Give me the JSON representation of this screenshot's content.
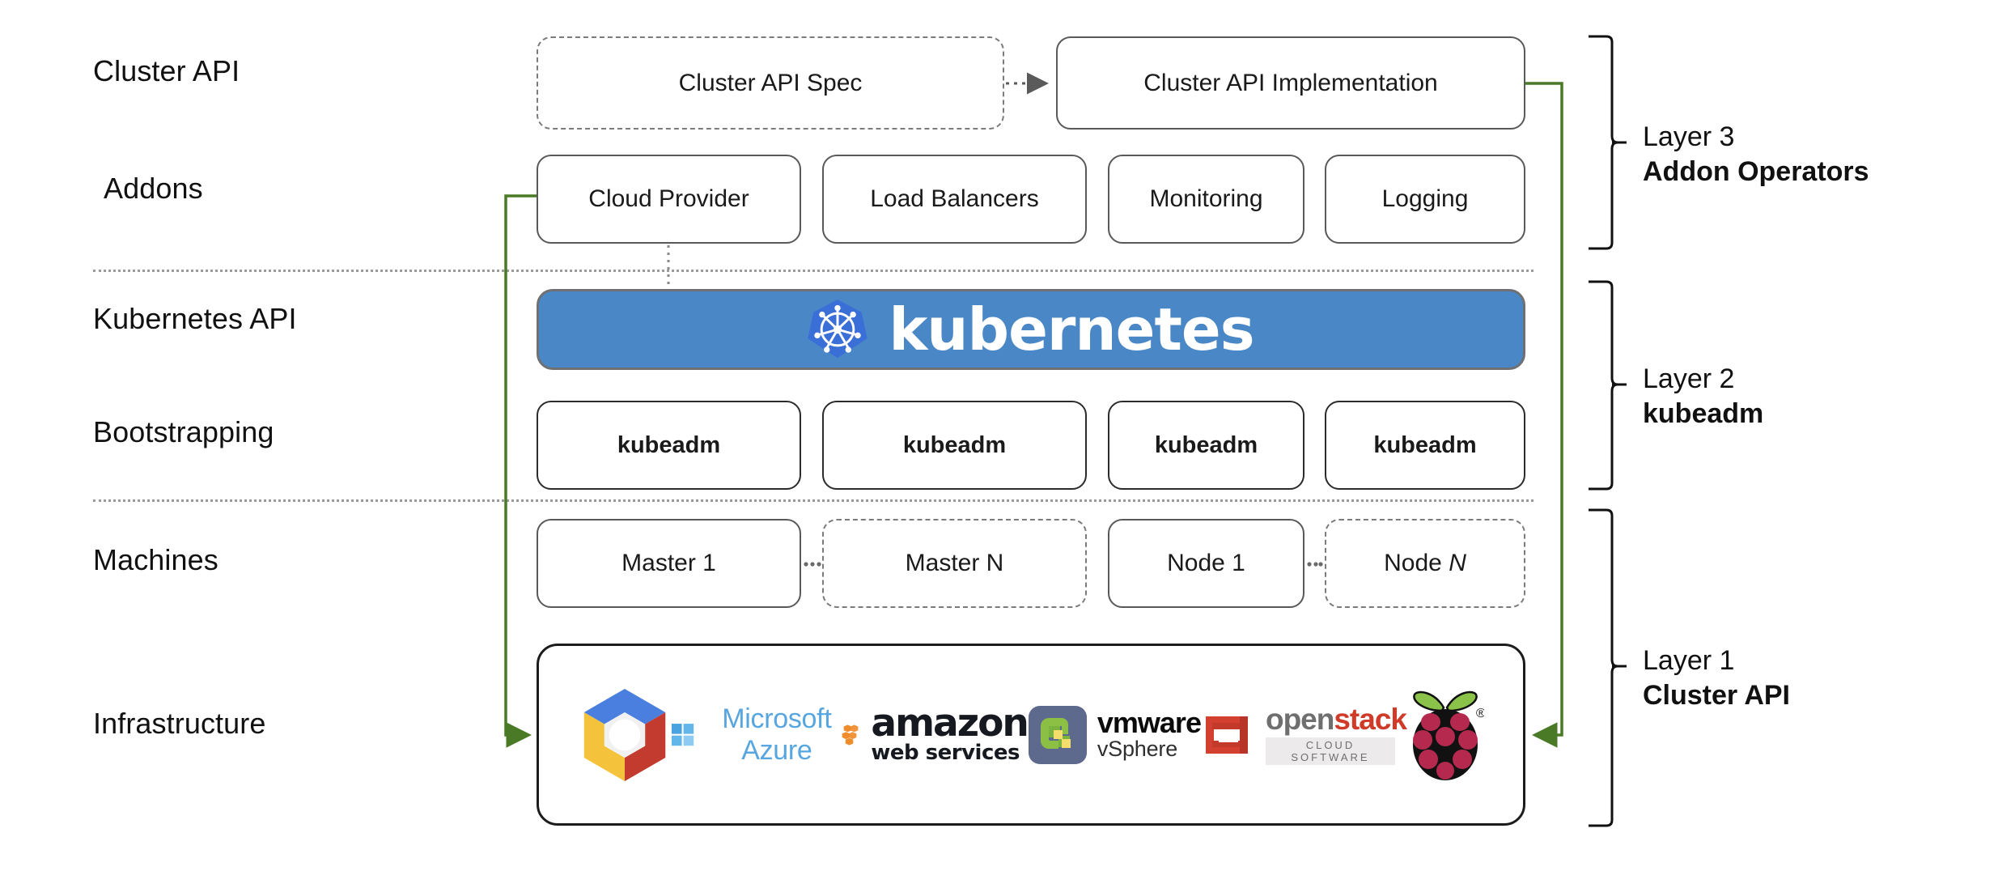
{
  "diagram": {
    "title": "Kubernetes Cluster API layered architecture",
    "accent_green": "#4a7a25",
    "k8s_banner_blue": "#4a87c6",
    "k8s_logo_blue": "#3a6fd8",
    "box_border": "#58595b"
  },
  "row_labels": [
    {
      "id": "cluster-api",
      "text": "Cluster API"
    },
    {
      "id": "addons",
      "text": "Addons"
    },
    {
      "id": "kubernetes-api",
      "text": "Kubernetes API"
    },
    {
      "id": "bootstrapping",
      "text": "Bootstrapping"
    },
    {
      "id": "machines",
      "text": "Machines"
    },
    {
      "id": "infrastructure",
      "text": "Infrastructure"
    }
  ],
  "cluster_api_row": {
    "spec": {
      "label": "Cluster API Spec",
      "style": "dashed"
    },
    "implementation": {
      "label": "Cluster API Implementation",
      "style": "solid"
    },
    "connector": "dotted-arrow-right"
  },
  "addons_row": [
    {
      "label": "Cloud Provider",
      "style": "solid"
    },
    {
      "label": "Load Balancers",
      "style": "solid"
    },
    {
      "label": "Monitoring",
      "style": "solid"
    },
    {
      "label": "Logging",
      "style": "solid"
    }
  ],
  "kubernetes_banner": {
    "wordmark": "kubernetes",
    "logo": "kubernetes-helm-wheel"
  },
  "bootstrapping_row": [
    {
      "label": "kubeadm"
    },
    {
      "label": "kubeadm"
    },
    {
      "label": "kubeadm"
    },
    {
      "label": "kubeadm"
    }
  ],
  "machines_row": [
    {
      "label": "Master 1",
      "style": "solid"
    },
    {
      "label": "Master N",
      "style": "dashed",
      "italic_suffix": false
    },
    {
      "label": "Node 1",
      "style": "solid"
    },
    {
      "label": "Node ",
      "italic_suffix": "N",
      "style": "dashed"
    }
  ],
  "machines_ellipses": [
    "…",
    "…"
  ],
  "infrastructure_providers": [
    {
      "name": "google-cloud",
      "label": ""
    },
    {
      "name": "microsoft-azure",
      "label": "Microsoft Azure"
    },
    {
      "name": "amazon-web-services",
      "label_top": "amazon",
      "label_bottom": "web services"
    },
    {
      "name": "vmware-vsphere",
      "label_top": "vmware",
      "label_bottom": "vSphere"
    },
    {
      "name": "openstack",
      "label_open": "open",
      "label_stack": "stack",
      "label_sub": "CLOUD SOFTWARE"
    },
    {
      "name": "raspberry-pi",
      "label": ""
    }
  ],
  "layers": [
    {
      "id": "layer-3",
      "title": "Layer 3",
      "subtitle": "Addon Operators"
    },
    {
      "id": "layer-2",
      "title": "Layer 2",
      "subtitle": "kubeadm"
    },
    {
      "id": "layer-1",
      "title": "Layer 1",
      "subtitle": "Cluster API"
    }
  ]
}
